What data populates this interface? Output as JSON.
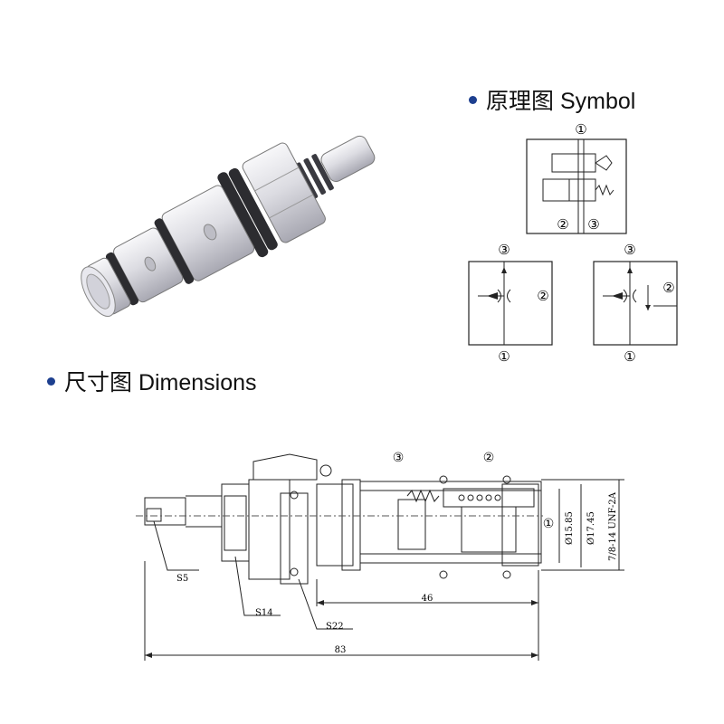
{
  "sections": {
    "symbol_title": "原理图 Symbol",
    "dimensions_title": "尺寸图 Dimensions"
  },
  "symbol": {
    "top": {
      "port_top": "①",
      "port_bottom_left": "②",
      "port_bottom_right": "③"
    },
    "left": {
      "port_top": "③",
      "port_right": "②",
      "port_bottom": "①"
    },
    "right": {
      "port_top": "③",
      "port_right": "②",
      "port_bottom": "①"
    }
  },
  "dimensions": {
    "port_3": "③",
    "port_2": "②",
    "port_1": "①",
    "dia_1": "Ø15.85",
    "dia_2": "Ø17.45",
    "thread": "7/8-14 UNF-2A",
    "s5": "S5",
    "s14": "S14",
    "s22": "S22",
    "len_46": "46",
    "len_83": "83"
  },
  "colors": {
    "bullet": "#1d3f8f",
    "line": "#222222"
  }
}
